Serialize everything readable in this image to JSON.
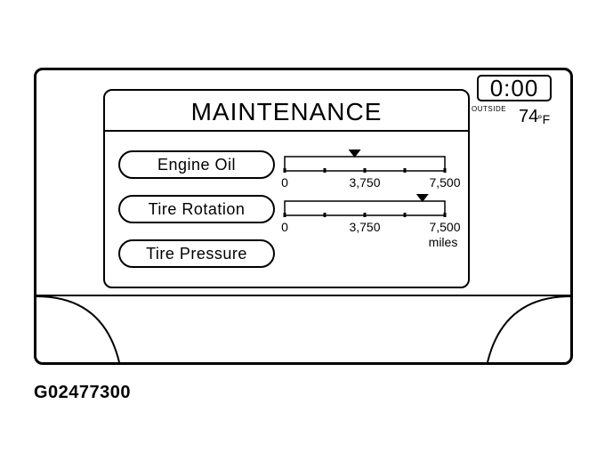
{
  "clock": {
    "time": "0:00",
    "outside_label": "OUTSIDE",
    "temperature": "74",
    "temperature_unit": "°F"
  },
  "screen": {
    "title": "MAINTENANCE",
    "items": [
      {
        "label": "Engine Oil",
        "gauge": {
          "min": 0,
          "max": 7500,
          "ticks": [
            "0",
            "3,750",
            "7,500"
          ],
          "marker_miles": 3275
        }
      },
      {
        "label": "Tire Rotation",
        "gauge": {
          "min": 0,
          "max": 7500,
          "ticks": [
            "0",
            "3,750",
            "7,500"
          ],
          "marker_miles": 6450
        }
      },
      {
        "label": "Tire Pressure"
      }
    ],
    "units_label": "miles"
  },
  "figure_id": "G02477300",
  "icons": {
    "gauge_marker": "triangle-down-icon"
  },
  "colors": {
    "ink": "#000000",
    "background": "#ffffff"
  }
}
